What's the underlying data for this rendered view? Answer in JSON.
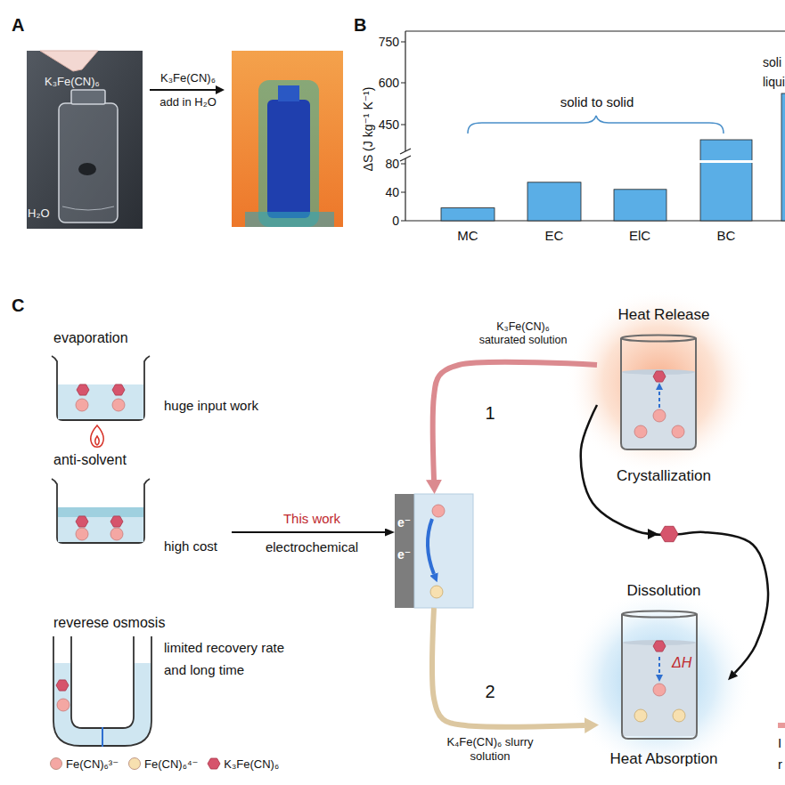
{
  "diagram": {
    "nodes": [
      {
        "text": [
          "evaporation",
          "huge input work"
        ]
      },
      {
        "text": [
          "anti-solvent",
          "high cost"
        ]
      },
      {
        "text": [
          "reverese osmosis",
          "limited recovery rate and long time"
        ]
      },
      {
        "text": [
          "e⁻",
          "e⁻"
        ]
      },
      {
        "text": [
          "Heat Release",
          "Crystallization"
        ]
      },
      {
        "text": [
          "Dissolution",
          "ΔH",
          "Heat Absorption"
        ]
      }
    ],
    "edges": [
      {
        "from": 1,
        "to": 3,
        "arrow": "to",
        "label": "This work"
      },
      {
        "from": 4,
        "to": 3,
        "arrow": "to",
        "label": "1"
      },
      {
        "from": 3,
        "to": 5,
        "arrow": "to",
        "label": "2"
      },
      {
        "from": 4,
        "to": 5,
        "arrow": "to"
      }
    ],
    "labels": [
      "A",
      "K₃Fe(CN)₆",
      "H₂O",
      "K₃Fe(CN)₆",
      "add in H₂O",
      "B",
      "750",
      "600",
      "450",
      "80",
      "40",
      "0",
      "ΔS (J kg⁻¹ K⁻¹)",
      "solid to solid",
      "soli",
      "liqui",
      "MC",
      "EC",
      "ElC",
      "BC",
      "C",
      "electrochemical",
      "K₃Fe(CN)₆ saturated solution",
      "K₄Fe(CN)₆ slurry solution",
      "I",
      "r"
    ],
    "legend": [
      {
        "text": "Fe(CN)₆³⁻",
        "color": "#f4a7a3"
      },
      {
        "text": "Fe(CN)₆⁴⁻",
        "color": "#f7e0b0"
      },
      {
        "text": "K₃Fe(CN)₆",
        "color": "#d6546c"
      }
    ]
  }
}
